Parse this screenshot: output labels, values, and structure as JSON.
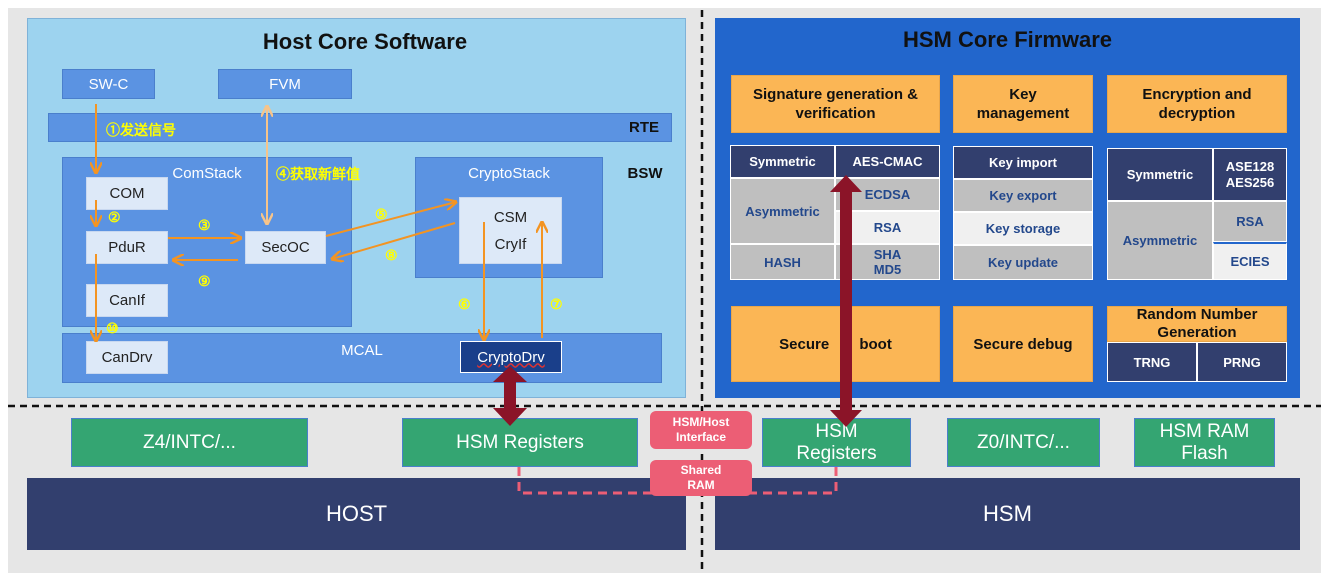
{
  "host": {
    "title": "Host Core Software",
    "swc": "SW-C",
    "fvm": "FVM",
    "rte": "RTE",
    "bsw": "BSW",
    "comstack": "ComStack",
    "com": "COM",
    "pdur": "PduR",
    "canif": "CanIf",
    "secoc": "SecOC",
    "cryptostack": "CryptoStack",
    "csm": "CSM",
    "cryif": "CryIf",
    "mcal": "MCAL",
    "candrv": "CanDrv",
    "cryptodrv": "CryptoDrv",
    "steps": [
      "①发送信号",
      "②",
      "③",
      "④获取新鲜值",
      "⑤",
      "⑥",
      "⑦",
      "⑧",
      "⑨",
      "⑩"
    ]
  },
  "hsm": {
    "title": "HSM Core Firmware",
    "sig": {
      "title": "Signature generation & verification",
      "symmetric": "Symmetric",
      "aes_cmac": "AES-CMAC",
      "asymmetric": "Asymmetric",
      "ecdsa": "ECDSA",
      "rsa": "RSA",
      "hash": "HASH",
      "sha": "SHA",
      "md5": "MD5"
    },
    "key": {
      "title": "Key management",
      "items": [
        "Key import",
        "Key export",
        "Key storage",
        "Key update"
      ]
    },
    "enc": {
      "title": "Encryption and decryption",
      "symmetric": "Symmetric",
      "aes": "ASE128 AES256",
      "asymmetric": "Asymmetric",
      "rsa": "RSA",
      "ecies": "ECIES"
    },
    "secure_boot": "Secure boot",
    "secure_debug": "Secure debug",
    "rng": {
      "title": "Random Number Generation",
      "trng": "TRNG",
      "prng": "PRNG"
    }
  },
  "hw": {
    "z4": "Z4/INTC/...",
    "host_regs": "HSM Registers",
    "hsm_regs": "HSM Registers",
    "z0": "Z0/INTC/...",
    "ram_flash": "HSM RAM Flash",
    "host": "HOST",
    "hsm": "HSM",
    "interface": "HSM/Host Interface",
    "shared_ram": "Shared RAM"
  },
  "colors": {
    "host_bg": "#9dd3ef",
    "hsm_bg": "#2266cc",
    "orange": "#fbb655",
    "green": "#34a572",
    "navy": "#323f6e",
    "pink": "#ec5e75",
    "arrow": "#f39422",
    "dark_red": "#8b1428"
  }
}
